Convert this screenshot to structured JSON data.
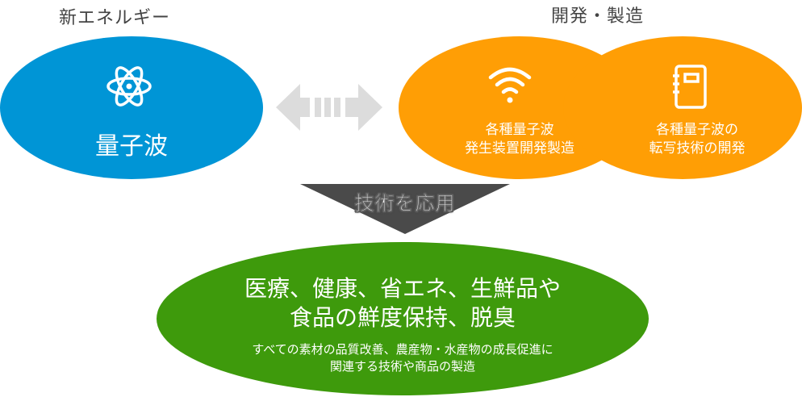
{
  "colors": {
    "blue": "#0095d6",
    "orange": "#ff9e05",
    "green": "#3e9a0c",
    "arrow_gray": "#dcdcdc",
    "triangle_dark": "#4a4a4a",
    "heading_text": "#444444"
  },
  "left_section": {
    "heading": "新エネルギー",
    "circle": {
      "icon": "atom-icon",
      "label": "量子波"
    }
  },
  "connector": {
    "icon": "double-arrow-icon"
  },
  "right_section": {
    "heading": "開発・製造",
    "circles": [
      {
        "icon": "wifi-signal-icon",
        "line1": "各種量子波",
        "line2": "発生装置開発製造"
      },
      {
        "icon": "notebook-icon",
        "line1": "各種量子波の",
        "line2": "転写技術の開発"
      }
    ]
  },
  "apply_arrow": {
    "label": "技術を応用"
  },
  "result": {
    "title_line1": "医療、健康、省エネ、生鮮品や",
    "title_line2": "食品の鮮度保持、脱臭",
    "desc_line1": "すべての素材の品質改善、農産物・水産物の成長促進に",
    "desc_line2": "関連する技術や商品の製造"
  }
}
